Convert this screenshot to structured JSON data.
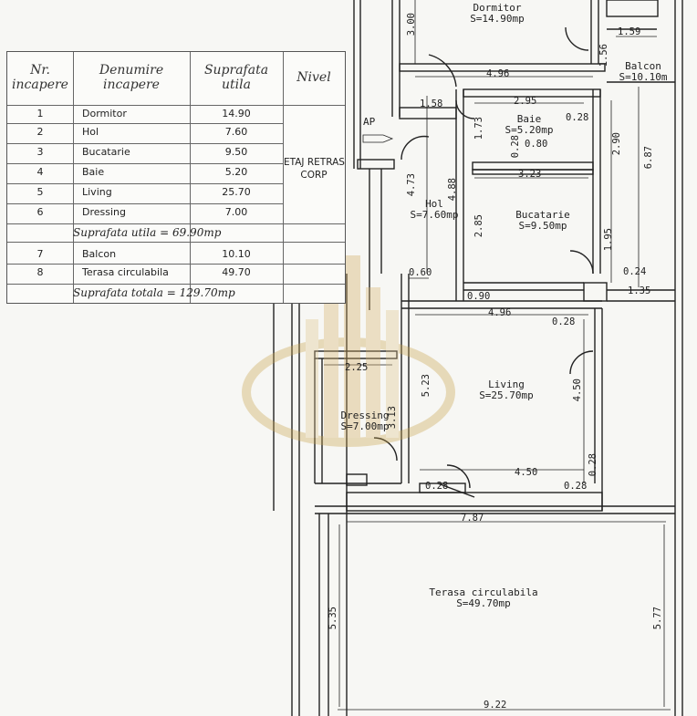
{
  "table": {
    "headers": {
      "nr": "Nr.\nincapere",
      "name": "Denumire\nincapere",
      "area": "Suprafata\nutila",
      "level": "Nivel"
    },
    "level_value": "ETAJ RETRAS\nCORP",
    "rows": [
      {
        "nr": "1",
        "name": "Dormitor",
        "area": "14.90"
      },
      {
        "nr": "2",
        "name": "Hol",
        "area": "7.60"
      },
      {
        "nr": "3",
        "name": "Bucatarie",
        "area": "9.50"
      },
      {
        "nr": "4",
        "name": "Baie",
        "area": "5.20"
      },
      {
        "nr": "5",
        "name": "Living",
        "area": "25.70"
      },
      {
        "nr": "6",
        "name": "Dressing",
        "area": "7.00"
      }
    ],
    "subtotal": "Suprafata utila = 69.90mp",
    "extra_rows": [
      {
        "nr": "7",
        "name": "Balcon",
        "area": "10.10"
      },
      {
        "nr": "8",
        "name": "Terasa circulabila",
        "area": "49.70"
      }
    ],
    "total": "Suprafata totala = 129.70mp"
  },
  "rooms": {
    "dormitor": {
      "name": "Dormitor",
      "area": "S=14.90mp"
    },
    "balcon": {
      "name": "Balcon",
      "area": "S=10.10m"
    },
    "baie": {
      "name": "Baie",
      "area": "S=5.20mp"
    },
    "hol": {
      "name": "Hol",
      "area": "S=7.60mp"
    },
    "bucatarie": {
      "name": "Bucatarie",
      "area": "S=9.50mp"
    },
    "living": {
      "name": "Living",
      "area": "S=25.70mp"
    },
    "dressing": {
      "name": "Dressing",
      "area": "S=7.00mp"
    },
    "terasa": {
      "name": "Terasa circulabila",
      "area": "S=49.70mp"
    }
  },
  "labels": {
    "ap": "AP"
  },
  "dims": {
    "d300": "3.00",
    "d159": "1.59",
    "d156": "1.56",
    "d496a": "4.96",
    "d158": "1.58",
    "d295": "2.95",
    "d028a": "0.28",
    "d173": "1.73",
    "d028b": "0.28",
    "d080": "0.80",
    "d290": "2.90",
    "d687": "6.87",
    "d323": "3.23",
    "d473": "4.73",
    "d488": "4.88",
    "d285": "2.85",
    "d195": "1.95",
    "d024": "0.24",
    "d135": "1.35",
    "d090": "0.90",
    "d060": "0.60",
    "d496b": "4.96",
    "d028c": "0.28",
    "d225": "2.25",
    "d523": "5.23",
    "d450v": "4.50",
    "d313": "3.13",
    "d028d": "0.28",
    "d450h": "4.50",
    "d028e": "0.28",
    "d028f": "0.28",
    "d787": "7.87",
    "d535": "5.35",
    "d577": "5.77",
    "d922": "9.22"
  }
}
